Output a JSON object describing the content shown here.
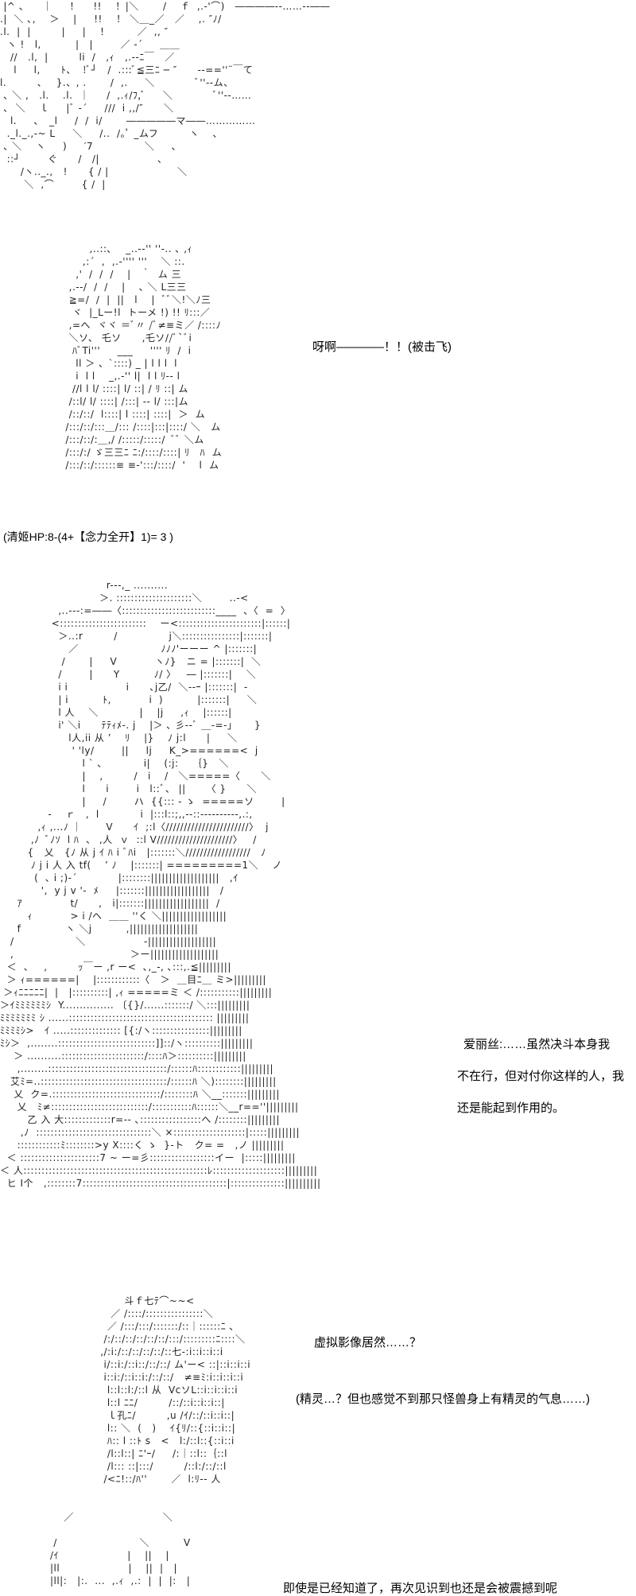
{
  "art": {
    "scene1": [
      " |^ 、    ｜     ！    !!    ！|＼       /    ｆ  ,.-'⌒)   ――――‐-……‐-――",
      ".|  ＼ ､,    ＞    |     !!    ！ ＼＿_／   ／    ,. ″ﾉ/",
      ".l.  |  |         |     |    ！        ／  ,, ″",
      "  ヽ !   l,          |   |        ／ ‐´     ＿＿",
      "   //   .l,  |         li  /   ,ｨ   ,.-‐ﾆ￣   ／",
      "    l     l,      ﾄ、  !ﾞ┘   /  .:::ﾞ≦三ﾆ ─ ″      ‐-==''¨￣て",
      "l.         ､    }.、, .       /  ,.     ＼            ﾞ''‐-ム、",
      " ､ ＼ ,   .l.    .l.  ｜     /  ,.ｨ/ﾌ,ﾞ     ＼            ﾞ''‐-……",
      " ､  ＼    ｌ     |ﾞ ‐´     ///  i ,,/″      ＼",
      "   l.     ､   _l     /  /  i/       ―――――マ――……………",
      "  ._l._.,-~ L     ＼     /..  /｡ﾟ _ムフ         ヽ    ､",
      " ､ ＼    ヽ     )     ′7               ＼     ､",
      "  ::┘        ぐ      /   /|                 ､",
      "      /ヽ.._.,   !      { / |                    ＼",
      "       ＼  ,⌒        { /  |"
    ],
    "scene2": [
      "        ,..::､    _..-‐'' ''-.. ､ ,ｨ",
      "      ,:´  ,  ,.-'''' '''    ＼ ::.",
      "    ,'  /  /  /    |   ｀  ム 三",
      "  ,.-‐/  /  /    |    ､ ＼ L三三",
      "  ≧=/  /  |  ||   l    |  ﾞﾞ＼!＼ﾉ三",
      "   ヾ  |_Lー!l  トーメ !) !! ﾘ:::／",
      "  ,=へ  ヾヾ ＝ﾞ〃 /ﾞ≠≡ミ／ /::::ﾉ",
      "  ＼ソ、 乇ソ      ,乇ソ//ﾞ`ﾞi",
      "   ﾊﾞTi'''     ___     '''' ﾘ  /  i",
      "    ll ＞ 、`::::) _ | l l l  l",
      "    i  l l    _,.‐'' l|  l l ﾘ-- l",
      "   //l l l/ ::::| l/ ::| / ﾘ ::| ム",
      "  /::l/ l/ ::::| /:::| ‐‐ l/ :::|ム",
      "  /::/::/  l::::| l ::::| ::::|  ＞  ム",
      " /:::/::/:::＿/::: /::::|:::|::::/ ＼   ム",
      " /:::/::/:＿,/ /:::::/:::::/  ﾞﾞ ＼ム",
      " /:::/:/ ゞ三三ﾆ ﾆ:/::::/::::| ﾘ   ﾊ  ム",
      " /:::/::/::::::≡ ≡‐':::/::::/  '    l  ム"
    ],
    "scene3": [
      "                               r---,_ ..........",
      "                             ＞. :::::::::::::::::::::＼        ..-<",
      "                 ,..---:=――〈::::::::::::::::::::::::::____  、〈  =  〉",
      "               <::::::::::::::::::::::::    ー<:::::::::::::::::::::::|::::::|",
      "                 ＞..:r         /               j＼::::::::::::::::|:::::::|",
      "                    ／                        ﾉﾉﾉ'ーーー ^ |:::::::|",
      "                  /       |     V           ヽﾉ}   ニ = |:::::::|  ＼",
      "                 /        |      Y          ﾉ/ 〉   ― |:::::::|    ＼",
      "                 i i                 i      ､j乙/  ＼--ｰ |:::::::|  ‐",
      "                 | i          ﾄ,           i  )          |:::::::|     ＼",
      "                 l 人    ＼            |    |j     ,ｨ    |::::::|",
      "                 i' ＼i      ﾃﾃｨﾒ-. j    |＞ ､ 彡--ﾞ ＿‐=-」     }",
      "                    l人,ii 从 ’    ﾘ    |}    ﾉ j:l      |     ＼",
      "                     ' 'ly/        ||     lj     K_>======<  j",
      "                        l ` ､            i|    (:j:    ｛}   ＼",
      "                        |    ,         /   i    /   ＼=====〈      ＼",
      "                        l      i        i   l::ﾞ、 ||      〈 }      ＼",
      "                        |     /        ハ  {{::: ‐ ゝ  =====ソ        |",
      "              -    ｒ   ,  l            i  |:::l::;,,--::----------,.:,",
      "           ,ｨ ,...ﾉ ｜       V      ｲ  ;:l〈///////////////////////〉  j",
      "         ,ﾉ  ﾞﾉｿ  l ﾊ  、 ,人  ｖ  ::l V/////////////////////〉   /",
      "        {   乂   {ﾉ 从 j ｲ ﾊ i ﾞﾊi   |:::::::＼//////////////////   ﾉ",
      "         ﾉ j i 人 入 tf(    ’ ﾉ    |:::::::| =========1＼    ノ",
      "          (  ､ i ;)-´            |::::::::|||||||||||||||||||   ,ｲ",
      "            ',  y j v '‐  ﾒ     |:::::::||||||||||||||||||   /",
      "     ｱ              t/      ,   i|:::::::||||||||||||||||||  /",
      "        ｨ           > i /ヘ  ＿＿ ''く ＼||||||||||||||||||",
      "     f             ヽ ＼j          ,|||||||||||||||||||",
      "   /                  ＼                 ‐|||||||||||||||||||",
      "   ,                                  ＞ー|||||||||||||||||||",
      "  ＜  、   ,         ｯ￣ー ,r ー<  ､,_-, ､:::,.≦|||||||||",
      "  ＞ ｨ======|    |::::::::::::〈   ＞  ＿目ﾆ＿ ミ>|||||||||",
      " ＞ｨﾆﾆﾆﾆﾆ|  |   |::::::::::| ,ｨ =====ミ ＜ /:::::::::::|||||||||",
      "＞ｲﾐﾐﾐﾐﾐﾐｼ  Y............... 〔{}/......:::::::/ ＼:::|||||||||",
      "ﾐﾐﾐﾐﾐﾐﾐ ｼ ......:::::::::::::::::::::::::::::::::::::::: |||||||||",
      "ﾐﾐﾐﾐｼ>   ｲ .....:::::::::::::: [{:/ヽ::::::::::::::::|||||||||",
      "ﾐｼ＞  ,........:::::::::::::::::::::::::::]]::/ヽ::::::::::|||||||||",
      "    ＞ ..........:::::::::::::::::::::::/::::ﾊ＞::::::::::|||||||||",
      "     ,........:::::::::::::::::::::::::::::::::/::::::ﾊ::::::::::::|||||||||",
      "   艾ﾐ=..:::::::::::::::::::::::::::::::::::/::::::ﾊ ＼)::::::::|||||||||",
      "    乂  ク=.::::::::::::::::::::::::::::::/::::::::ﾊ ＼__:::::::|||||||||",
      "     乂   ﾐ≠:::::::::::::::::::::::::::/:::::::::::ﾊ::::::＼__r==''|||||||||",
      "        乙 入 大:::::::::::::r=-‐ ､:::::::::::::::::へ /::::::::|||||||||",
      "      ,ﾉ  ::::::::::::::::::::::::::::::::＼ ×::::::::::::::::::::|:::::|||||||||",
      "     ::::::::::::ﾐ::::::::>y X::::く ゝ  }‐ト   ク= =   ,ノ |||||||||",
      "  ＜ ::::::::::::::::::::::7 ~ ー=彡::::::::::::::::::イー  |:::::|||||||||",
      "＜ 人:::::::::::::::::::::::::::::::::::::::::::::::::::ﾚ::::::::::::::::::::|||||||||",
      "  ヒ I个   ,::::::::7::::::::::::::::::::::::::::::::::::::::|:::::::::::::::||||||||||"
    ],
    "scene4": [
      "              斗ｆ七ﾃ⌒~~<",
      "          ／ /::::/::::::::::::::::＼",
      "         ／ /:::/:::/:::::::/::｜::::::ﾆ ､",
      "        /:/::/::/::/::/::/:::/:::::::::ﾆ::::＼",
      "       ,/:i:/::/::/::/::/::七-:i::i::i::i",
      "        i/::i:/::i::/::/::/ ム'ー< ::|::i::i::i",
      "        i::i:/::i::i:/::/::/   ≠≡ﾐ:i::i::i::i",
      "         l::l::l:/::l 从  VcソL::i::i::i::i",
      "         l::l ﾆﾆ/         /::/::i::i::i::|",
      "         ｌ孔ﾆ/         ,u /ｲ/::/::i::i::|",
      "         l:: ＼  (   )    ｲ{ﾘ/::{::i::i::|",
      "         ﾊ:: l ::ﾄ s   <   l:/::l::{::i::i",
      "         /l::l::| ﾆ'ｰ/     /:｜::l::｛::l",
      "         /l::: ::|:::/         /::l:/::/::l",
      "        /<ﾆ!::/ﾊ''       ／  l:ﾘ-- 人"
    ],
    "scene5": [
      "       ／                          ＼",
      "",
      "    /                        ＼          V",
      "   /ｲ                    |    ||    |",
      "   |ll                    |    ||  |   |",
      "   |ll|:   |:.  ...  ,.ｨ  ,.:  |  |  |:   |"
    ]
  },
  "dialogue": {
    "scream": "呀啊————！！(被击飞)",
    "hp_line": "(清姬HP:8-(4+【念力全开】1)= 3 )",
    "alice_1": "爱丽丝:……虽然决斗本身我",
    "alice_2": "不在行，但对付你这样的人，我",
    "alice_3": "还是能起到作用的。",
    "virtual": "虚拟影像居然……？",
    "spirit": "(精灵…？但也感觉不到那只怪兽身上有精灵的气息……)",
    "last": "即使是已经知道了，再次见识到也还是会被震撼到呢"
  }
}
